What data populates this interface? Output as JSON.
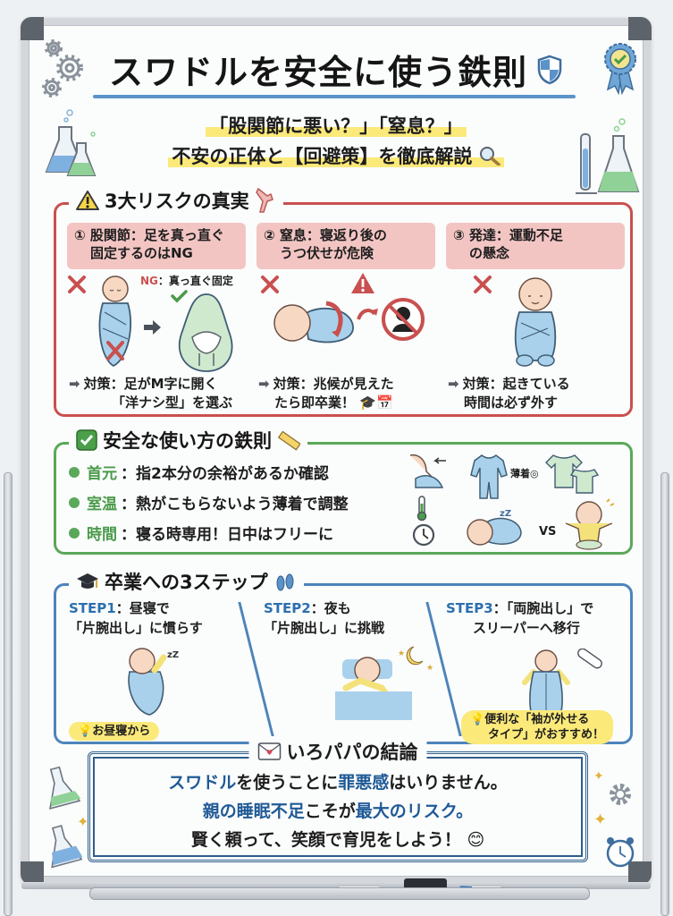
{
  "title": {
    "text": "スワドルを安全に使う鉄則",
    "icons": [
      "gear-icon",
      "shield-icon",
      "award-ribbon-icon"
    ]
  },
  "subtitle": {
    "line1": "「股関節に悪い？」「窒息？」",
    "line2": "不安の正体と【回避策】を徹底解説",
    "icon": "magnifier-icon"
  },
  "risk_section": {
    "title": "3大リスクの真実",
    "title_icons": [
      "warning-icon",
      "knee-joint-icon"
    ],
    "color": "#c9504f",
    "items": [
      {
        "label_line1": "① 股関節：足を真っ直ぐ",
        "label_line2": "固定するのはNG",
        "ng_note_key": "NG",
        "ng_note_text": "：真っ直ぐ固定",
        "fix_line1": "対策：足がM字に開く",
        "fix_line2": "「洋ナシ型」を選ぶ"
      },
      {
        "label_line1": "② 窒息：寝返り後の",
        "label_line2": "うつ伏せが危険",
        "fix_line1": "対策：兆候が見えた",
        "fix_line2": "たら即卒業！"
      },
      {
        "label_line1": "③ 発達：運動不足",
        "label_line2": "の懸念",
        "fix_line1": "対策：起きている",
        "fix_line2": "時間は必ず外す"
      }
    ]
  },
  "safe_section": {
    "title": "安全な使い方の鉄則",
    "color": "#5aa85a",
    "rows": [
      {
        "key": "首元",
        "text": "：指2本分の余裕があるか確認"
      },
      {
        "key": "室温",
        "text": "：熱がこもらないよう薄着で調整"
      },
      {
        "key": "時間",
        "text": "：寝る時専用！日中はフリーに"
      }
    ],
    "side_labels": {
      "light_clothes": "薄着◎",
      "versus": "VS"
    }
  },
  "steps_section": {
    "title": "卒業への3ステップ",
    "color": "#4d84bb",
    "steps": [
      {
        "key": "STEP1",
        "line1": "：昼寝で",
        "line2": "「片腕出し」に慣らす"
      },
      {
        "key": "STEP2",
        "line1": "：夜も",
        "line2": "「片腕出し」に挑戦"
      },
      {
        "key": "STEP3",
        "line1": "：「両腕出し」で",
        "line2": "スリーパーへ移行"
      }
    ],
    "tips": [
      {
        "text": "お昼寝から"
      },
      {
        "line1": "便利な「袖が外せる",
        "line2": "タイプ」がおすすめ！"
      }
    ]
  },
  "conclusion": {
    "title": "いろパパの結論",
    "lines": [
      [
        {
          "t": "スワドル",
          "c": "blue"
        },
        {
          "t": "を使うことに",
          "c": ""
        },
        {
          "t": "罪悪感",
          "c": "blue"
        },
        {
          "t": "はいりません。",
          "c": "blue"
        }
      ],
      [
        {
          "t": "親の睡眠不足",
          "c": "blue"
        },
        {
          "t": "こそが",
          "c": ""
        },
        {
          "t": "最大のリスク。",
          "c": "blue"
        }
      ],
      [
        {
          "t": "賢く頼って、笑顔で育児をしよう！",
          "c": ""
        }
      ]
    ]
  },
  "colors": {
    "accent_blue": "#5b93c9",
    "risk_red": "#c9504f",
    "risk_label_bg": "#f2c5c3",
    "safe_green": "#5aa85a",
    "steps_blue": "#4d84bb",
    "highlight_yellow": "#fbe97a",
    "conclusion_navy": "#2f5e8d"
  }
}
